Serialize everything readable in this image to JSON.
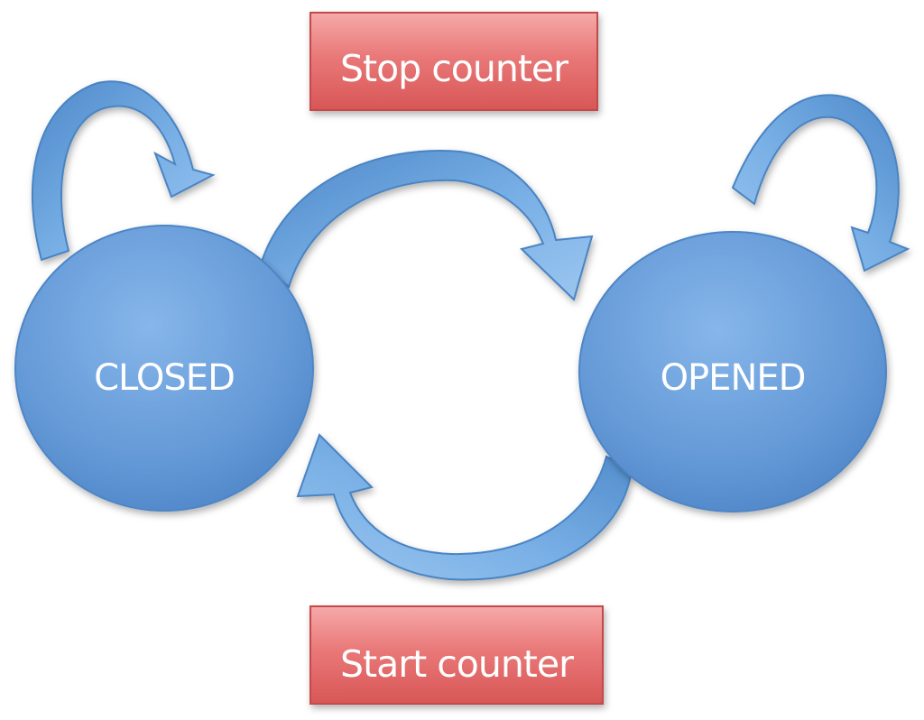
{
  "states": {
    "closed": {
      "label": "CLOSED"
    },
    "opened": {
      "label": "OPENED"
    }
  },
  "transitions": {
    "stop_counter": {
      "label": "Stop counter"
    },
    "start_counter": {
      "label": "Start counter"
    }
  },
  "colors": {
    "state_fill": "#6a9fd8",
    "state_stroke": "#4d86c6",
    "arrow_fill": "#6ea7e0",
    "arrow_stroke": "#4a84c3",
    "box_fill": "#e86e6e",
    "box_stroke": "#c44a4a",
    "text": "#ffffff"
  },
  "icons": {
    "closed_self_loop": "curved-arrow-icon",
    "opened_self_loop": "curved-arrow-icon",
    "closed_to_opened": "curved-arrow-icon",
    "opened_to_closed": "curved-arrow-icon"
  }
}
